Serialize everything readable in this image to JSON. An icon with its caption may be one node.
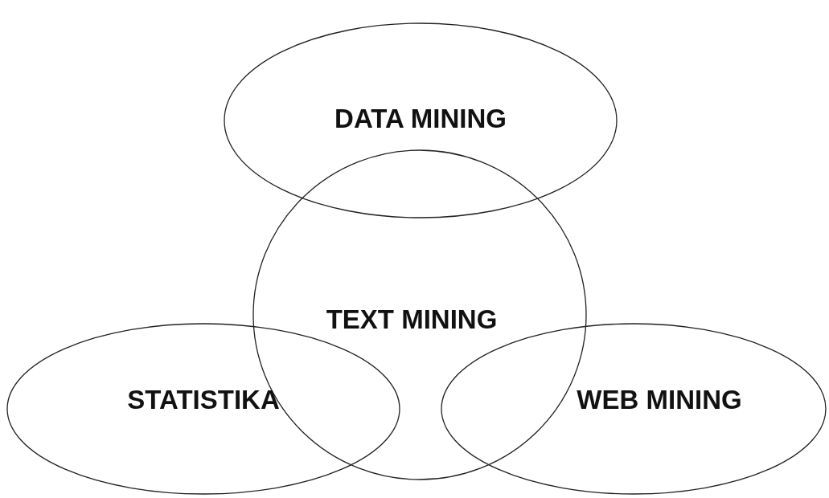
{
  "diagram": {
    "nodes": [
      {
        "text": [
          "DATA MINING"
        ]
      },
      {
        "text": [
          "TEXT MINING"
        ]
      },
      {
        "text": [
          "STATISTIKA"
        ]
      },
      {
        "text": [
          "WEB MINING"
        ]
      }
    ]
  }
}
